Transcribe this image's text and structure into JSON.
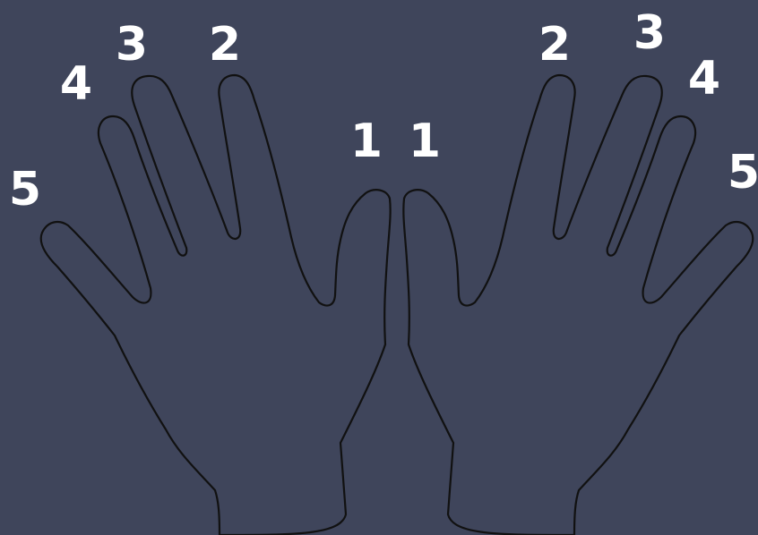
{
  "colors": {
    "background": "#3f455b",
    "outline": "#111111",
    "label": "#ffffff"
  },
  "left_hand": {
    "thumb": "1",
    "index": "2",
    "middle": "3",
    "ring": "4",
    "pinky": "5"
  },
  "right_hand": {
    "thumb": "1",
    "index": "2",
    "middle": "3",
    "ring": "4",
    "pinky": "5"
  }
}
